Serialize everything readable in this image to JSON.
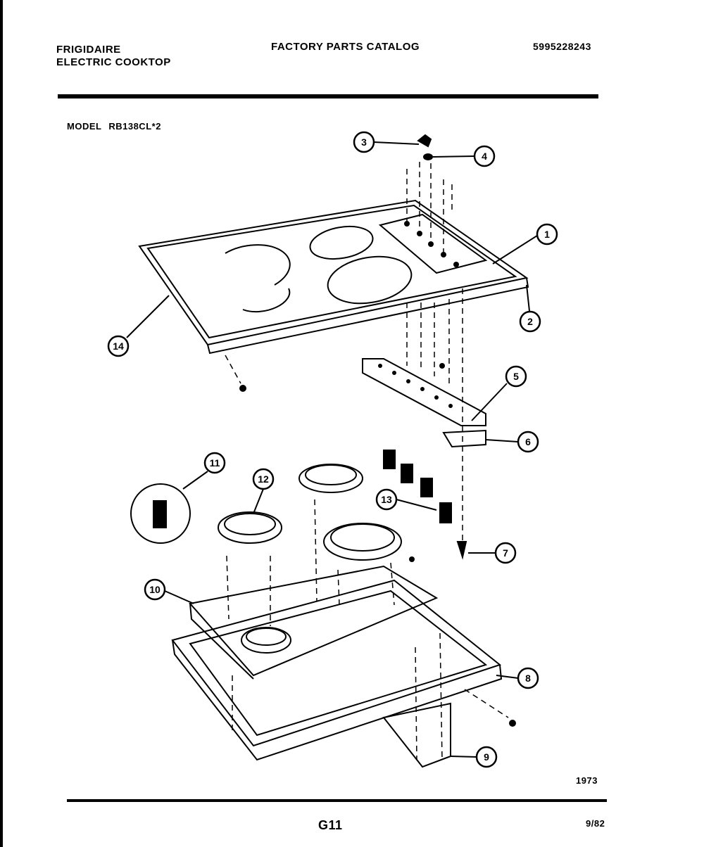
{
  "header": {
    "brand": "FRIGIDAIRE",
    "product": "ELECTRIC COOKTOP",
    "catalog_title": "FACTORY PARTS CATALOG",
    "catalog_number": "5995228243",
    "model_label": "MODEL",
    "model_number": "RB138CL*2"
  },
  "diagram": {
    "callouts": [
      "1",
      "2",
      "3",
      "4",
      "5",
      "6",
      "7",
      "8",
      "9",
      "10",
      "11",
      "12",
      "13",
      "14"
    ]
  },
  "footer": {
    "figure_code": "1973",
    "page": "G11",
    "date": "9/82"
  }
}
